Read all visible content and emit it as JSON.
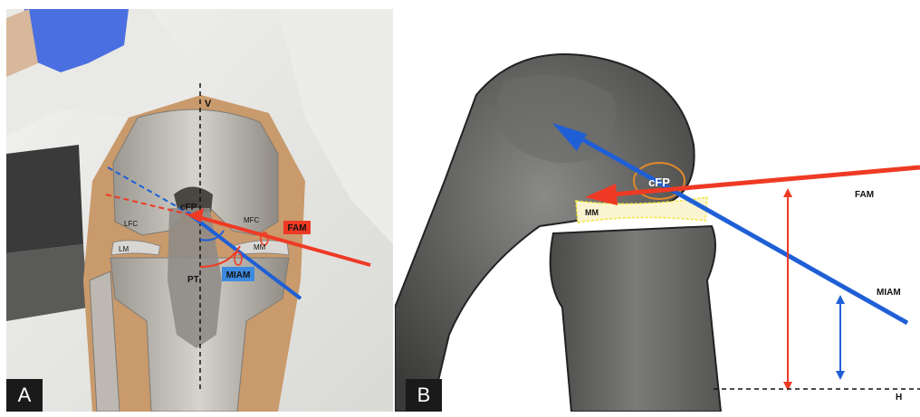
{
  "panel_a": {
    "letter": "A",
    "labels": {
      "vertical": "V",
      "cfp": "cFP",
      "lfc": "LFC",
      "mfc": "MFC",
      "lm": "LM",
      "mm": "MM",
      "pt": "PT",
      "fam": "FAM",
      "miam": "MIAM"
    }
  },
  "panel_b": {
    "letter": "B",
    "labels": {
      "cfp": "cFP",
      "mm": "MM",
      "fam": "FAM",
      "miam": "MIAM",
      "horizontal": "H"
    }
  },
  "colors": {
    "fam_red": "#ee3a24",
    "miam_blue": "#1f5fd6",
    "cfp_orange": "#e08a2a",
    "mm_yellow": "#f2e63a",
    "glove_blue": "#4a6fe0",
    "skin_tan": "#c99a6c",
    "bone": "#c9c6bf"
  }
}
